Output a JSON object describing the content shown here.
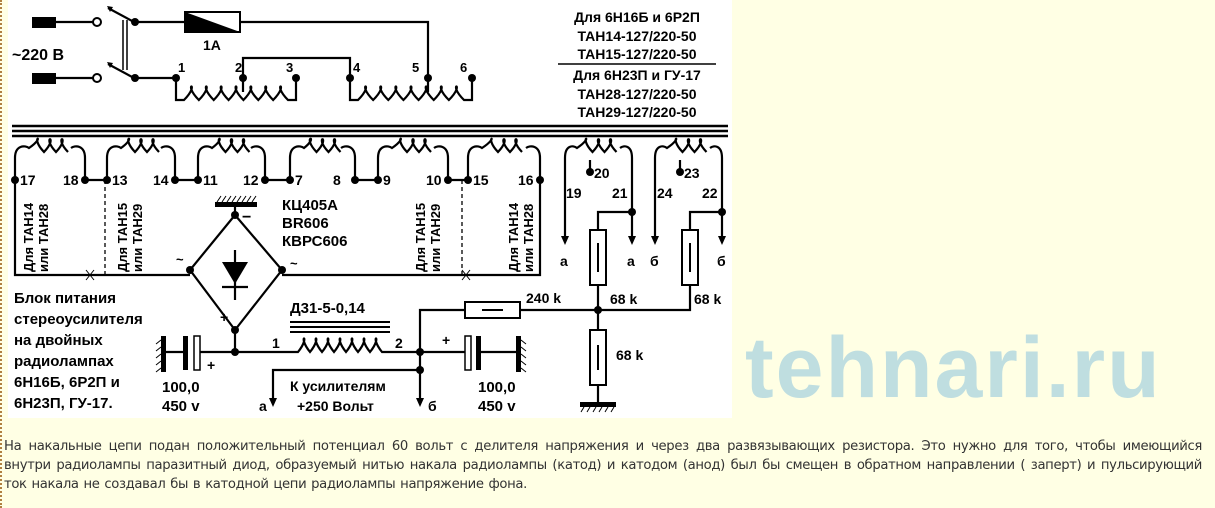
{
  "schematic": {
    "mains_label": "~220 В",
    "fuse_label": "1A",
    "primary_terminals": [
      "1",
      "2",
      "3",
      "4",
      "5",
      "6"
    ],
    "transformer_notes": {
      "group1_title": "Для 6Н16Б и 6Р2П",
      "group1_models": [
        "ТАН14-127/220-50",
        "ТАН15-127/220-50"
      ],
      "group2_title": "Для 6Н23П и ГУ-17",
      "group2_models": [
        "ТАН28-127/220-50",
        "ТАН29-127/220-50"
      ]
    },
    "secondary_terminals": [
      "17",
      "18",
      "13",
      "14",
      "11",
      "12",
      "7",
      "8",
      "9",
      "10",
      "15",
      "16"
    ],
    "tap_terminals": [
      "19",
      "20",
      "21",
      "24",
      "23",
      "22"
    ],
    "vertical_notes": {
      "left_outer": [
        "Для ТАН14",
        "или ТАН28"
      ],
      "left_inner": [
        "Для ТАН15",
        "или ТАН29"
      ],
      "right_inner": [
        "Для ТАН15",
        "или ТАН29"
      ],
      "right_outer": [
        "Для ТАН14",
        "или ТАН28"
      ]
    },
    "bridge_models": [
      "КЦ405А",
      "BR606",
      "КВРС606"
    ],
    "minus": "−",
    "plus": "+",
    "tilde": "~",
    "choke_label": "Д31-5-0,14",
    "choke_pins": [
      "1",
      "2"
    ],
    "cap_left": [
      "100,0",
      "450 v"
    ],
    "cap_right": [
      "100,0",
      "450 v"
    ],
    "output_labels": [
      "К усилителям",
      "+250 Вольт"
    ],
    "out_a": "а",
    "out_b": "б",
    "r_series": "240 k",
    "r_68": "68 k",
    "description": [
      "Блок питания",
      "стереоусилителя",
      "на двойных",
      "радиолампах",
      "6Н16Б, 6Р2П и",
      "6Н23П, ГУ-17."
    ]
  },
  "paragraph": "На накальные цепи подан положительный потенциал 60 вольт с делителя напряжения и через два развязывающих резистора. Это нужно для того, чтобы имеющийся внутри радиолампы паразитный диод, образуемый нитью накала радиолампы (катод) и катодом (анод) был бы смещен в обратном направлении ( заперт) и пульсирующий ток накала не создавал бы в катодной цепи радиолампы напряжение фона.",
  "watermark": "tehnari.ru"
}
